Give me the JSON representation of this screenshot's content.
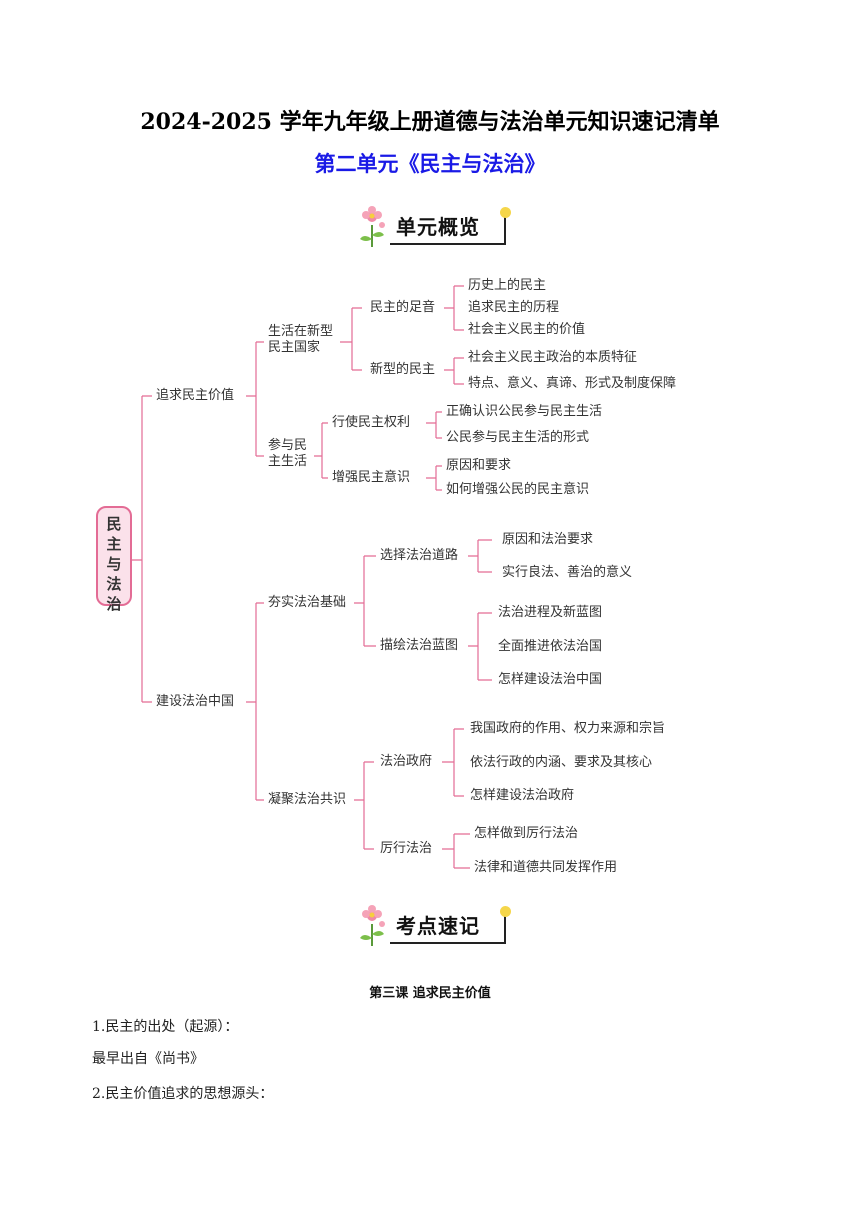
{
  "title": "2024-2025 学年九年级上册道德与法治单元知识速记清单",
  "subtitle": "第二单元《民主与法治》",
  "badges": {
    "overview": "单元概览",
    "keypoints": "考点速记"
  },
  "mindmap": {
    "root": "民主与法治",
    "b1": {
      "label": "追求民主价值",
      "s1": {
        "label_line1": "生活在新型",
        "label_line2": "民主国家",
        "t1": {
          "label": "民主的足音",
          "items": [
            "历史上的民主",
            "追求民主的历程",
            "社会主义民主的价值"
          ]
        },
        "t2": {
          "label": "新型的民主",
          "items": [
            "社会主义民主政治的本质特征",
            "特点、意义、真谛、形式及制度保障"
          ]
        }
      },
      "s2": {
        "label_line1": "参与民",
        "label_line2": "主生活",
        "t1": {
          "label": "行使民主权利",
          "items": [
            "正确认识公民参与民主生活",
            "公民参与民主生活的形式"
          ]
        },
        "t2": {
          "label": "增强民主意识",
          "items": [
            "原因和要求",
            "如何增强公民的民主意识"
          ]
        }
      }
    },
    "b2": {
      "label": "建设法治中国",
      "s1": {
        "label": "夯实法治基础",
        "t1": {
          "label": "选择法治道路",
          "items": [
            "原因和法治要求",
            "实行良法、善治的意义"
          ]
        },
        "t2": {
          "label": "描绘法治蓝图",
          "items": [
            "法治进程及新蓝图",
            "全面推进依法治国",
            "怎样建设法治中国"
          ]
        }
      },
      "s2": {
        "label": "凝聚法治共识",
        "t1": {
          "label": "法治政府",
          "items": [
            "我国政府的作用、权力来源和宗旨",
            "依法行政的内涵、要求及其核心",
            "怎样建设法治政府"
          ]
        },
        "t2": {
          "label": "厉行法治",
          "items": [
            "怎样做到厉行法治",
            "法律和道德共同发挥作用"
          ]
        }
      }
    }
  },
  "lesson_title": "第三课  追求民主价值",
  "paragraphs": [
    "1.民主的出处（起源）：",
    "最早出自《尚书》",
    "2.民主价值追求的思想源头："
  ],
  "colors": {
    "line": "#e36c95",
    "root_fill": "#fbe1ea",
    "subtitle": "#1a1ae6"
  }
}
